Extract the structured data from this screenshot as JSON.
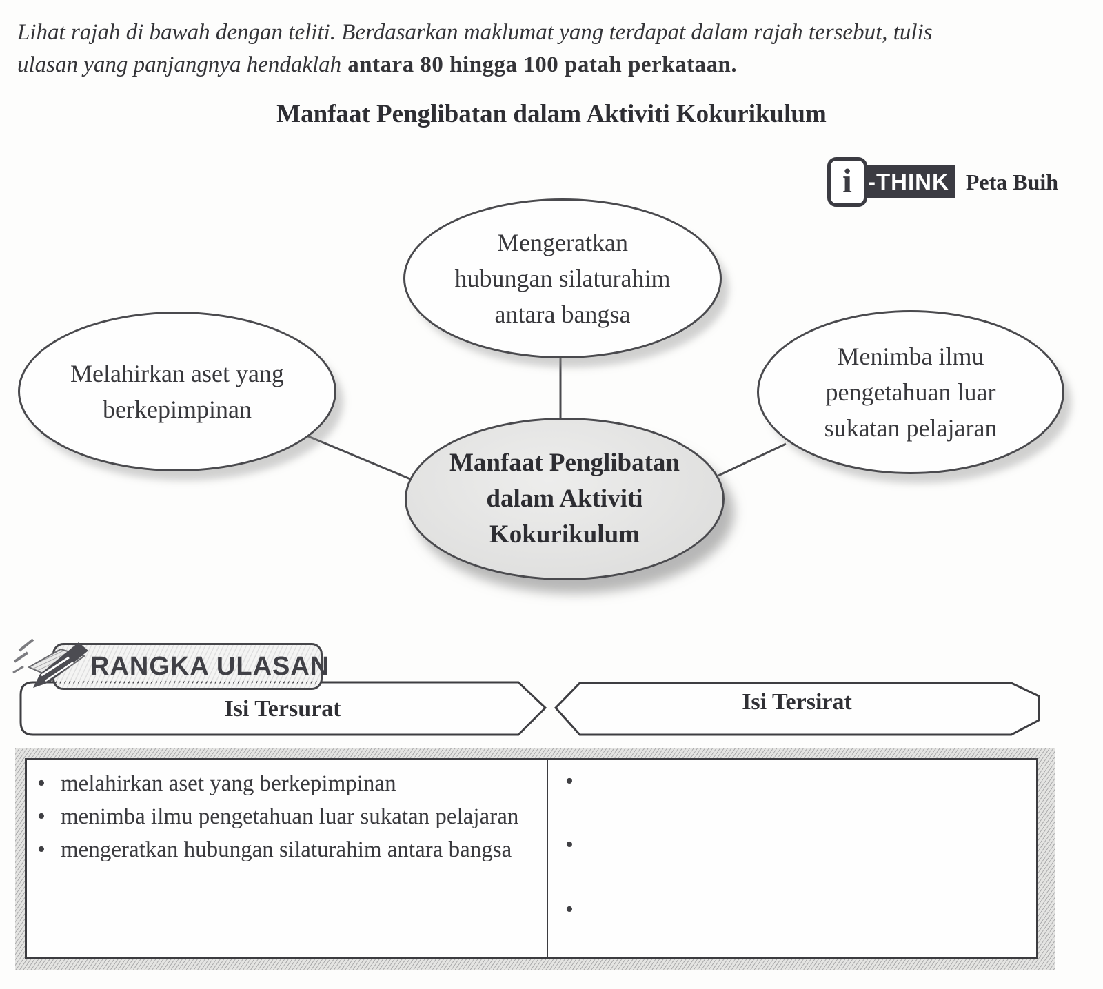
{
  "instructions": {
    "line1": "Lihat rajah di bawah dengan teliti. Berdasarkan maklumat yang terdapat dalam rajah tersebut, tulis",
    "line2_italic": "ulasan yang panjangnya hendaklah",
    "line2_bold": "antara 80 hingga 100 patah perkataan."
  },
  "title": "Manfaat Penglibatan dalam Aktiviti Kokurikulum",
  "ithink_badge": {
    "i_label": "i",
    "think_label": "-THINK",
    "map_type": "Peta Buih"
  },
  "bubble_map": {
    "top": [
      "Mengeratkan",
      "hubungan silaturahim",
      "antara bangsa"
    ],
    "left": [
      "Melahirkan aset yang",
      "berkepimpinan"
    ],
    "right": [
      "Menimba ilmu",
      "pengetahuan luar",
      "sukatan pelajaran"
    ],
    "center": [
      "Manfaat Penglibatan",
      "dalam Aktiviti",
      "Kokurikulum"
    ]
  },
  "rangka_ulasan": {
    "section_title": "RANGKA ULASAN",
    "bullet_char": "•",
    "columns": [
      {
        "header": "Isi Tersurat",
        "items": [
          "melahirkan aset yang berkepimpinan",
          "menimba ilmu pengetahuan luar sukatan pelajaran",
          "mengeratkan hubungan silaturahim antara bangsa"
        ]
      },
      {
        "header": "Isi Tersirat",
        "items": [
          "",
          "",
          ""
        ]
      }
    ]
  },
  "colors": {
    "ink": "#343438",
    "logo_dark": "#3b3b42",
    "center_bubble_fill": "#e3e3e2",
    "line_stroke": "#4a4a4e"
  }
}
